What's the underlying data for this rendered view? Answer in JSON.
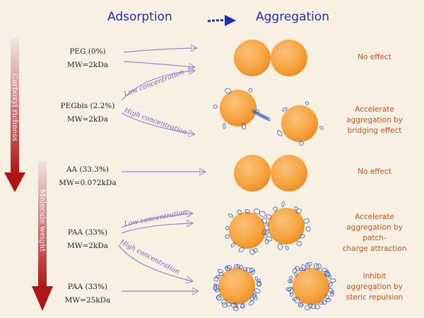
{
  "headers": {
    "adsorption": "Adsorption",
    "aggregation": "Aggregation"
  },
  "axes": {
    "carboxyl": "Carboxyl richness",
    "molecule": "Molecule weight"
  },
  "polymers": [
    {
      "name": "PEG (0%)",
      "mw": "MW=2kDa"
    },
    {
      "name": "PEGbis (2.2%)",
      "mw": "MW=2kDa"
    },
    {
      "name": "AA (33.3%)",
      "mw": "MW=0.072kDa"
    },
    {
      "name": "PAA (33%)",
      "mw": "MW=2kDa"
    },
    {
      "name": "PAA (33%)",
      "mw": "MW=25kDa"
    }
  ],
  "concentrations": {
    "low": "Low concentration",
    "high": "High concentration"
  },
  "effects": [
    {
      "line1": "No effect",
      "line2": "",
      "line3": ""
    },
    {
      "line1": "Accelerate",
      "line2": "aggregation by",
      "line3": "bridging effect"
    },
    {
      "line1": "No effect",
      "line2": "",
      "line3": ""
    },
    {
      "line1": "Accelerate",
      "line2": "aggregation by patch-",
      "line3": "charge attraction"
    },
    {
      "line1": "Inhibit",
      "line2": "aggregation by",
      "line3": "steric repulsion"
    }
  ],
  "colors": {
    "header": "#1f2fb0",
    "particle": "#f6a13a",
    "arrow": "#a47ed0",
    "effect": "#d2501a",
    "polymer": "#2f5cc8",
    "axis_arrow": "#b41818"
  }
}
